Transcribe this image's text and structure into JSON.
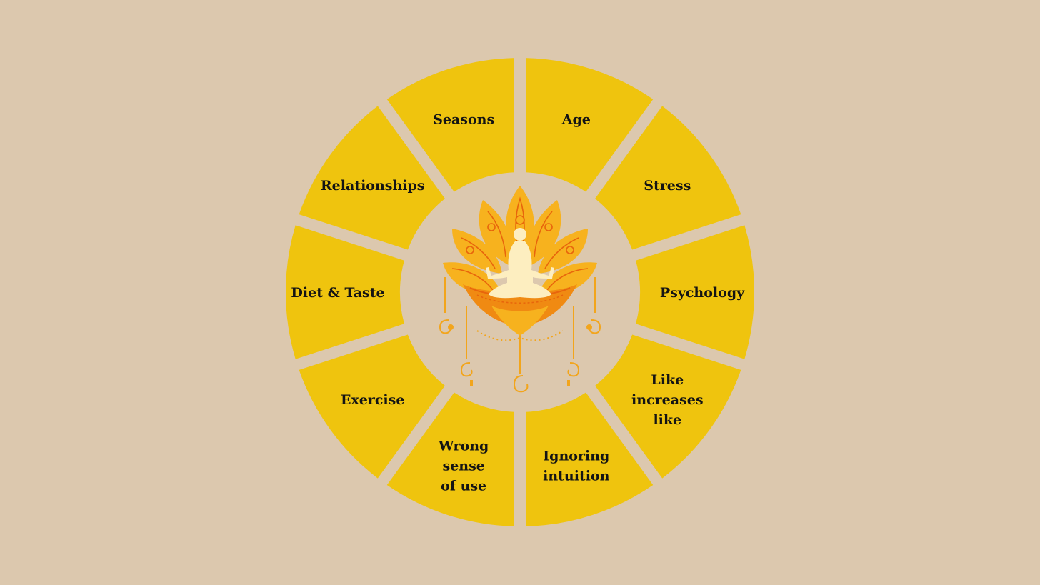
{
  "colors": {
    "background": "#dcc8ae",
    "segment": "#efc40e",
    "label": "#141414",
    "lotus_outer": "#f7b21e",
    "lotus_inner": "#f08a12",
    "lotus_detail": "#e8650c",
    "figure": "#fdeec0"
  },
  "segments": [
    {
      "id": "age",
      "lines": [
        "Age"
      ]
    },
    {
      "id": "stress",
      "lines": [
        "Stress"
      ]
    },
    {
      "id": "psychology",
      "lines": [
        "Psychology"
      ]
    },
    {
      "id": "like-increases-like",
      "lines": [
        "Like",
        "increases",
        "like"
      ]
    },
    {
      "id": "ignoring-intuition",
      "lines": [
        "Ignoring",
        "intuition"
      ]
    },
    {
      "id": "wrong-sense-of-use",
      "lines": [
        "Wrong",
        "sense",
        "of use"
      ]
    },
    {
      "id": "exercise",
      "lines": [
        "Exercise"
      ]
    },
    {
      "id": "diet-taste",
      "lines": [
        "Diet & Taste"
      ]
    },
    {
      "id": "relationships",
      "lines": [
        "Relationships"
      ]
    },
    {
      "id": "seasons",
      "lines": [
        "Seasons"
      ]
    }
  ],
  "center": {
    "icon": "meditating-figure-on-lotus-icon"
  }
}
